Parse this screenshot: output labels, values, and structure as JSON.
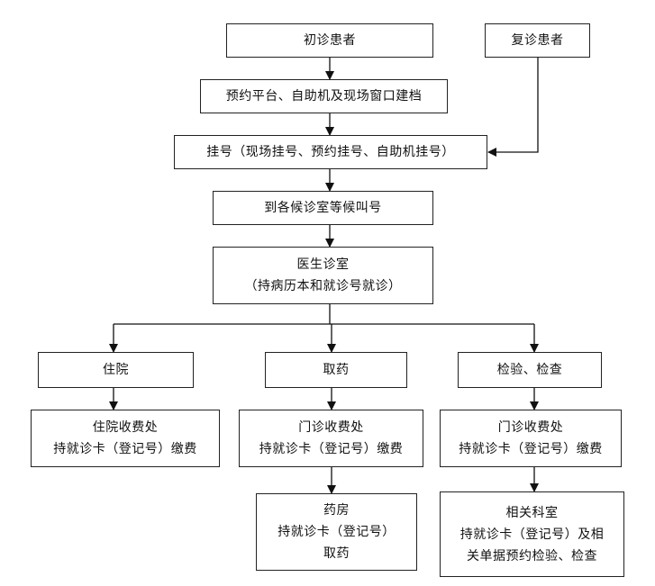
{
  "flow": {
    "first_visit": "初诊患者",
    "return_visit": "复诊患者",
    "registration_profile": "预约平台、自助机及现场窗口建档",
    "register": "挂号（现场挂号、预约挂号、自助机挂号）",
    "wait_call": "到各候诊室等候叫号",
    "doctor_room": {
      "line1": "医生诊室",
      "line2": "（持病历本和就诊号就诊）"
    },
    "inpatient": {
      "title": "住院",
      "pay_line1": "住院收费处",
      "pay_line2": "持就诊卡（登记号）缴费"
    },
    "medicine": {
      "title": "取药",
      "pay_line1": "门诊收费处",
      "pay_line2": "持就诊卡（登记号）缴费",
      "pharmacy_line1": "药房",
      "pharmacy_line2": "持就诊卡（登记号）",
      "pharmacy_line3": "取药"
    },
    "exam": {
      "title": "检验、检查",
      "pay_line1": "门诊收费处",
      "pay_line2": "持就诊卡（登记号）缴费",
      "dept_line1": "相关科室",
      "dept_line2": "持就诊卡（登记号）及相",
      "dept_line3": "关单据预约检验、检查"
    }
  }
}
